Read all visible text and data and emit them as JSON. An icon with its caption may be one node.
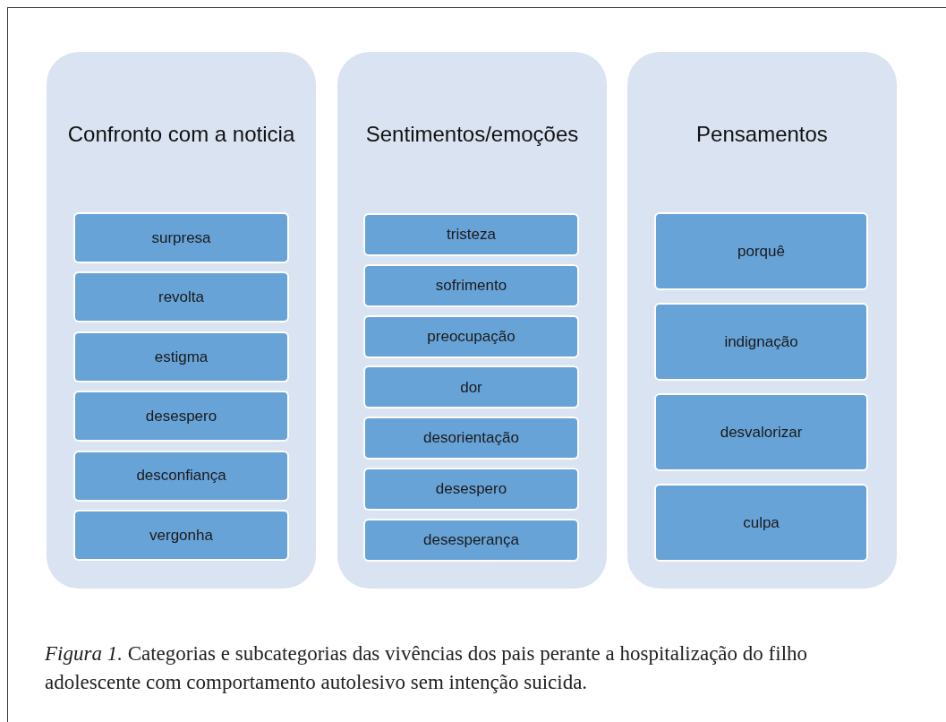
{
  "diagram": {
    "caption": "*Figura 1.* Categorias e subcategorias das vivências dos pais perante a hospitalização do filho adolescente com comportamento autolesivo sem intenção suicida.",
    "nodes": [
      {
        "text": [
          "Confronto com a noticia"
        ]
      },
      {
        "text": [
          "surpresa"
        ],
        "in": 0
      },
      {
        "text": [
          "revolta"
        ],
        "in": 0
      },
      {
        "text": [
          "estigma"
        ],
        "in": 0
      },
      {
        "text": [
          "desespero"
        ],
        "in": 0
      },
      {
        "text": [
          "desconfiança"
        ],
        "in": 0
      },
      {
        "text": [
          "vergonha"
        ],
        "in": 0
      },
      {
        "text": [
          "Sentimentos/emoções"
        ]
      },
      {
        "text": [
          "tristeza"
        ],
        "in": 7
      },
      {
        "text": [
          "sofrimento"
        ],
        "in": 7
      },
      {
        "text": [
          "preocupação"
        ],
        "in": 7
      },
      {
        "text": [
          "dor"
        ],
        "in": 7
      },
      {
        "text": [
          "desorientação"
        ],
        "in": 7
      },
      {
        "text": [
          "desespero"
        ],
        "in": 7
      },
      {
        "text": [
          "desesperança"
        ],
        "in": 7
      },
      {
        "text": [
          "Pensamentos"
        ]
      },
      {
        "text": [
          "porquê"
        ],
        "in": 15
      },
      {
        "text": [
          "indignação"
        ],
        "in": 15
      },
      {
        "text": [
          "desvalorizar"
        ],
        "in": 15
      },
      {
        "text": [
          "culpa"
        ],
        "in": 15
      }
    ]
  }
}
